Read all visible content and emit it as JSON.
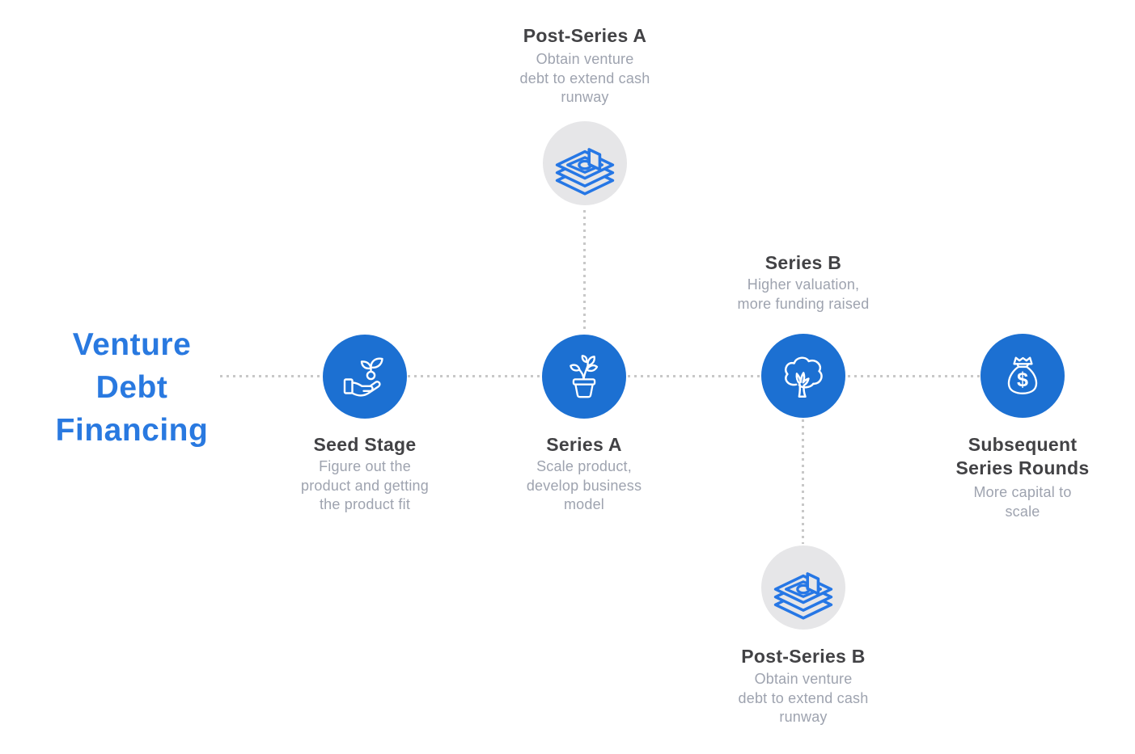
{
  "colors": {
    "title_blue": "#2979E0",
    "circle_blue": "#1C70D2",
    "circle_gray": "#E6E6E8",
    "icon_blue": "#2677E5",
    "dash_gray": "#C8C8C8",
    "heading": "#424245",
    "desc_gray": "#9EA3AF"
  },
  "title": {
    "line1": "Venture",
    "line2": "Debt",
    "line3": "Financing"
  },
  "stages": [
    {
      "id": "seed-stage",
      "label": "Seed Stage",
      "icon": "hand-seedling-icon",
      "desc": [
        "Figure out the",
        "product and getting",
        "the product fit"
      ]
    },
    {
      "id": "series-a",
      "label": "Series A",
      "icon": "potted-plant-icon",
      "desc": [
        "Scale product,",
        "develop business",
        "model"
      ]
    },
    {
      "id": "series-b",
      "label": "Series B",
      "icon": "tree-icon",
      "desc": [
        "Higher valuation,",
        "more funding raised"
      ]
    },
    {
      "id": "subsequent-series-rounds",
      "label": "Subsequent Series Rounds",
      "icon": "money-bag-icon",
      "desc": [
        "More capital to",
        "scale"
      ]
    }
  ],
  "branches": [
    {
      "id": "post-series-a",
      "label": "Post-Series A",
      "icon": "cash-stack-icon",
      "desc": [
        "Obtain venture",
        "debt to extend cash",
        "runway"
      ]
    },
    {
      "id": "post-series-b",
      "label": "Post-Series B",
      "icon": "cash-stack-icon",
      "desc": [
        "Obtain venture",
        "debt to extend cash",
        "runway"
      ]
    }
  ]
}
